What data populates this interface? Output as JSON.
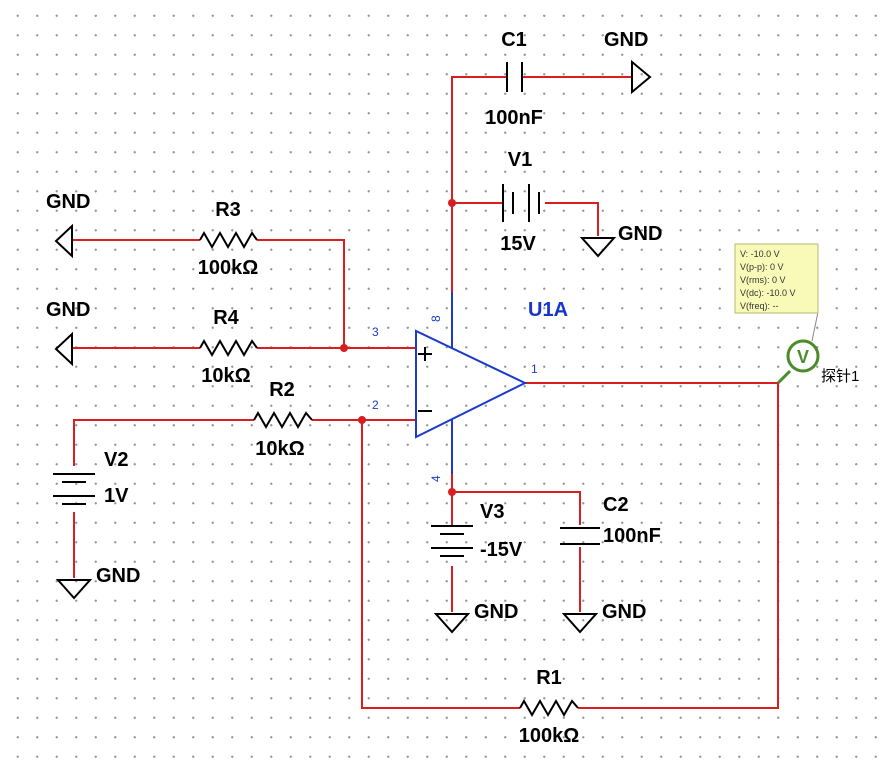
{
  "components": {
    "C1": {
      "ref": "C1",
      "value": "100nF"
    },
    "C2": {
      "ref": "C2",
      "value": "100nF"
    },
    "V1": {
      "ref": "V1",
      "value": "15V"
    },
    "V2": {
      "ref": "V2",
      "value": "1V"
    },
    "V3": {
      "ref": "V3",
      "value": "-15V"
    },
    "R1": {
      "ref": "R1",
      "value": "100kΩ"
    },
    "R2": {
      "ref": "R2",
      "value": "10kΩ"
    },
    "R3": {
      "ref": "R3",
      "value": "100kΩ"
    },
    "R4": {
      "ref": "R4",
      "value": "10kΩ"
    },
    "U1A": {
      "ref": "U1A"
    }
  },
  "ground_label": "GND",
  "pins": {
    "p1": "1",
    "p2": "2",
    "p3": "3",
    "p4": "4",
    "p8": "8"
  },
  "probe": {
    "name": "探针1",
    "symbol": "V",
    "readings": [
      "V: -10.0 V",
      "V(p-p): 0 V",
      "V(rms): 0 V",
      "V(dc): -10.0 V",
      "V(freq): --"
    ]
  },
  "colors": {
    "wire": "#d81e1e",
    "opamp": "#1a3cc8",
    "probe": "#4a8c2a",
    "tooltip_bg": "#fafab8"
  }
}
